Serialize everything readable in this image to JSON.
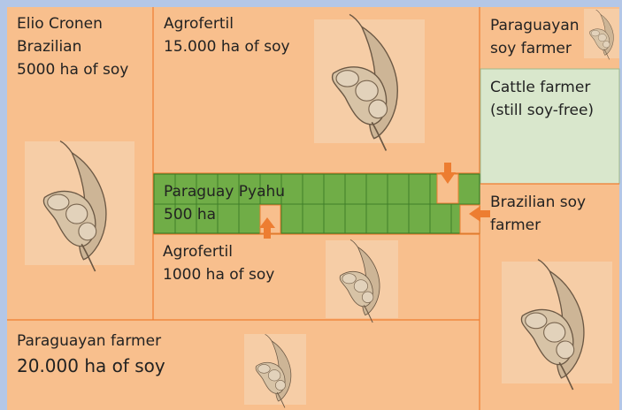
{
  "regions": [
    {
      "id": "elio-cronen",
      "lines": [
        "Elio Cronen",
        "Brazilian",
        "5000 ha of soy"
      ]
    },
    {
      "id": "agrofertil-15000",
      "lines": [
        "Agrofertil",
        "15.000 ha of soy"
      ]
    },
    {
      "id": "paraguayan-soy-farmer",
      "lines": [
        "Paraguayan",
        "soy farmer"
      ]
    },
    {
      "id": "cattle-farmer",
      "lines": [
        "Cattle farmer",
        "(still soy-free)"
      ]
    },
    {
      "id": "paraguay-pyahu",
      "lines": [
        "Paraguay Pyahu",
        "500 ha"
      ]
    },
    {
      "id": "brazilian-soy-farmer",
      "lines": [
        "Brazilian soy",
        "farmer"
      ]
    },
    {
      "id": "agrofertil-1000",
      "lines": [
        "Agrofertil",
        "1000 ha of soy"
      ]
    },
    {
      "id": "paraguayan-farmer",
      "lines": [
        "Paraguayan farmer",
        "20.000 ha of soy"
      ]
    }
  ],
  "colors": {
    "border": "#b4c7e7",
    "land": "#f8bf8d",
    "land_edge": "#ed7d31",
    "pyahu": "#70ad47",
    "pyahu_grid": "#3f7f2a",
    "cattle": "#d9e7cc",
    "arrow": "#ed7d31"
  },
  "icons": [
    "soybean-pod-icon"
  ]
}
